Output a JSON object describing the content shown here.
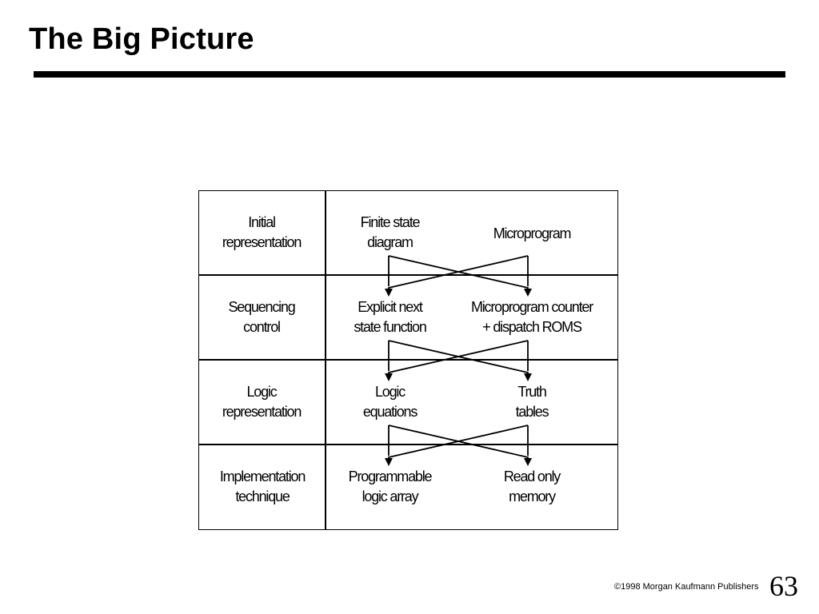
{
  "slide": {
    "title": "The Big Picture",
    "footer": "©1998 Morgan Kaufmann Publishers",
    "page_number": "63"
  },
  "rows": [
    {
      "label": "Initial\nrepresentation",
      "left": "Finite state\ndiagram",
      "right": "Microprogram"
    },
    {
      "label": "Sequencing\ncontrol",
      "left": "Explicit next\nstate function",
      "right": "Microprogram counter\n+ dispatch ROMS"
    },
    {
      "label": "Logic\nrepresentation",
      "left": "Logic\nequations",
      "right": "Truth\ntables"
    },
    {
      "label": "Implementation\ntechnique",
      "left": "Programmable\nlogic array",
      "right": "Read only\nmemory"
    }
  ]
}
